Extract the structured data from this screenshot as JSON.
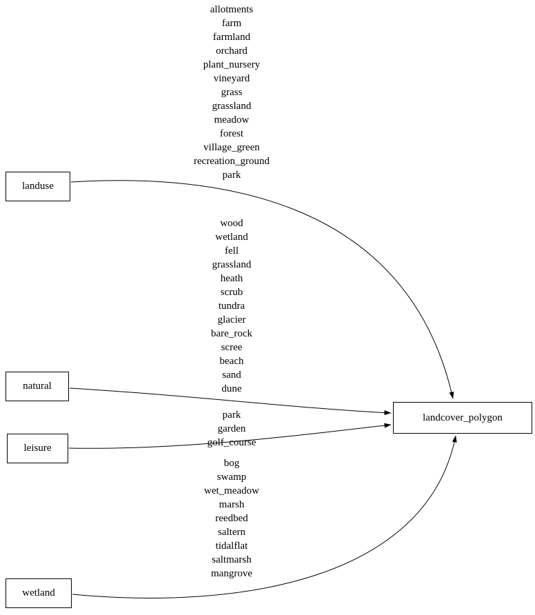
{
  "diagram": {
    "title": "landcover_polygon mapping diagram",
    "colors": {
      "background": "#ffffff",
      "node_border": "#000000",
      "edge": "#000000",
      "text": "#000000"
    },
    "nodes": {
      "landuse": {
        "label": "landuse"
      },
      "natural": {
        "label": "natural"
      },
      "leisure": {
        "label": "leisure"
      },
      "wetland": {
        "label": "wetland"
      },
      "landcover_polygon": {
        "label": "landcover_polygon"
      }
    },
    "edges": {
      "landuse": {
        "from": "landuse",
        "to": "landcover_polygon",
        "values": [
          "allotments",
          "farm",
          "farmland",
          "orchard",
          "plant_nursery",
          "vineyard",
          "grass",
          "grassland",
          "meadow",
          "forest",
          "village_green",
          "recreation_ground",
          "park"
        ]
      },
      "natural": {
        "from": "natural",
        "to": "landcover_polygon",
        "values": [
          "wood",
          "wetland",
          "fell",
          "grassland",
          "heath",
          "scrub",
          "tundra",
          "glacier",
          "bare_rock",
          "scree",
          "beach",
          "sand",
          "dune"
        ]
      },
      "leisure": {
        "from": "leisure",
        "to": "landcover_polygon",
        "values": [
          "park",
          "garden",
          "golf_course"
        ]
      },
      "wetland": {
        "from": "wetland",
        "to": "landcover_polygon",
        "values": [
          "bog",
          "swamp",
          "wet_meadow",
          "marsh",
          "reedbed",
          "saltern",
          "tidalflat",
          "saltmarsh",
          "mangrove"
        ]
      }
    }
  }
}
